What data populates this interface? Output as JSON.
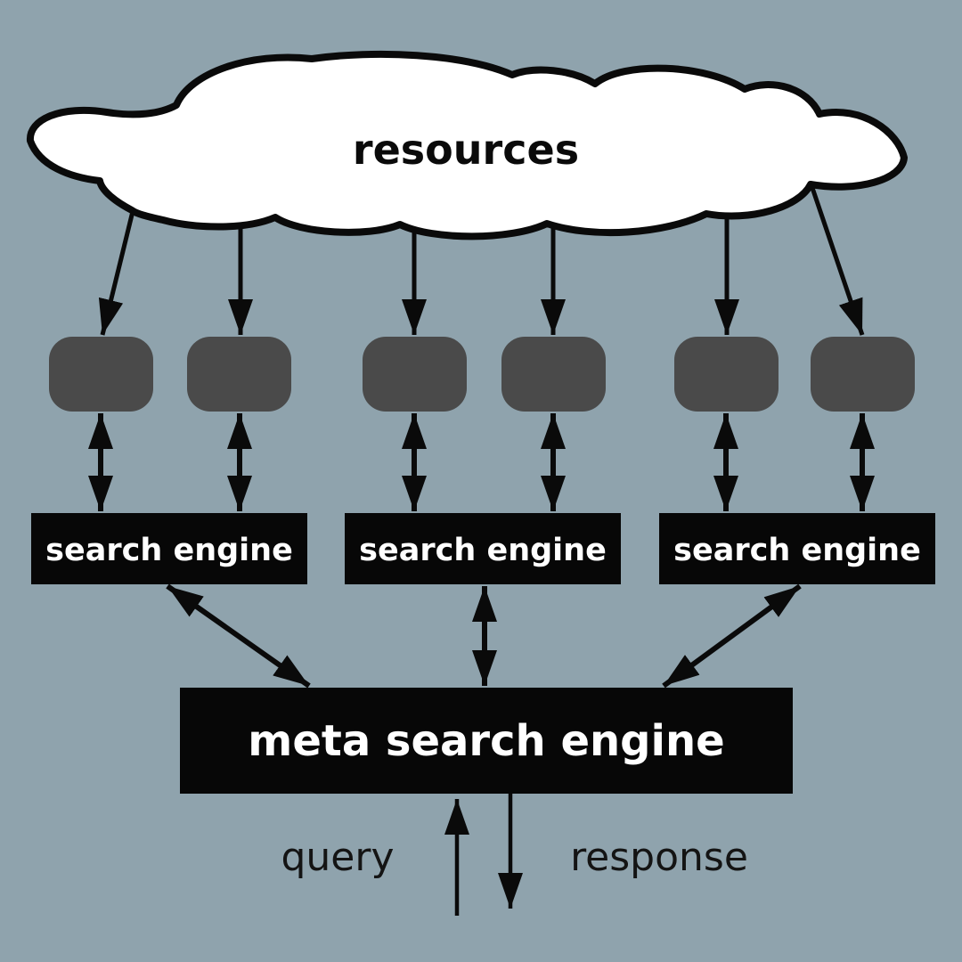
{
  "colors": {
    "background": "#8fa3ad",
    "cloud_fill": "#ffffff",
    "cloud_outline": "#0a0a0a",
    "node_gray": "#4a4a4a",
    "box_black": "#070707",
    "arrow_black": "#0a0a0a",
    "label_light": "#ffffff",
    "label_dark": "#141414"
  },
  "cloud": {
    "label": "resources"
  },
  "resource_nodes": {
    "count": 6
  },
  "search_engines": [
    {
      "label": "search engine"
    },
    {
      "label": "search engine"
    },
    {
      "label": "search engine"
    }
  ],
  "meta_engine": {
    "label": "meta search engine"
  },
  "io": {
    "query_label": "query",
    "response_label": "response"
  }
}
